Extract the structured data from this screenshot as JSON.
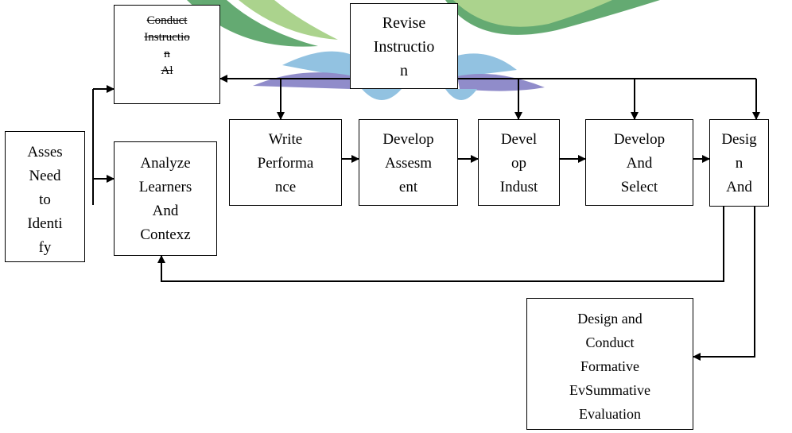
{
  "diagram": {
    "colors": {
      "line": "#000000",
      "watermark_green_dark": "#4a9c5a",
      "watermark_green_light": "#9dcc7a",
      "watermark_blue": "#7fb8dc",
      "watermark_purple": "#7d79c1"
    },
    "nodes": {
      "conduct_instruction": {
        "lines": [
          "Conduct",
          "Instructio",
          "n",
          "Al"
        ]
      },
      "revise_instruction": {
        "lines": [
          "Revise",
          "Instructio",
          "n"
        ]
      },
      "assess_need": {
        "lines": [
          "Asses",
          "Need",
          "to",
          "Identi",
          "fy"
        ]
      },
      "analyze_learners": {
        "lines": [
          "Analyze",
          "Learners",
          "And",
          "Contexz"
        ]
      },
      "write_performance": {
        "lines": [
          "Write",
          "Performa",
          "nce"
        ]
      },
      "develop_assessment": {
        "lines": [
          "Develop",
          "Assesm",
          "ent"
        ]
      },
      "develop_indust": {
        "lines": [
          "Devel",
          "op",
          "Indust"
        ]
      },
      "develop_select": {
        "lines": [
          "Develop",
          "And",
          "Select"
        ]
      },
      "design_and": {
        "lines": [
          "Desig",
          "n",
          "And"
        ]
      },
      "design_conduct_eval": {
        "lines": [
          "Design and",
          "Conduct",
          "Formative",
          "EvSummative",
          "Evaluation"
        ]
      }
    }
  }
}
